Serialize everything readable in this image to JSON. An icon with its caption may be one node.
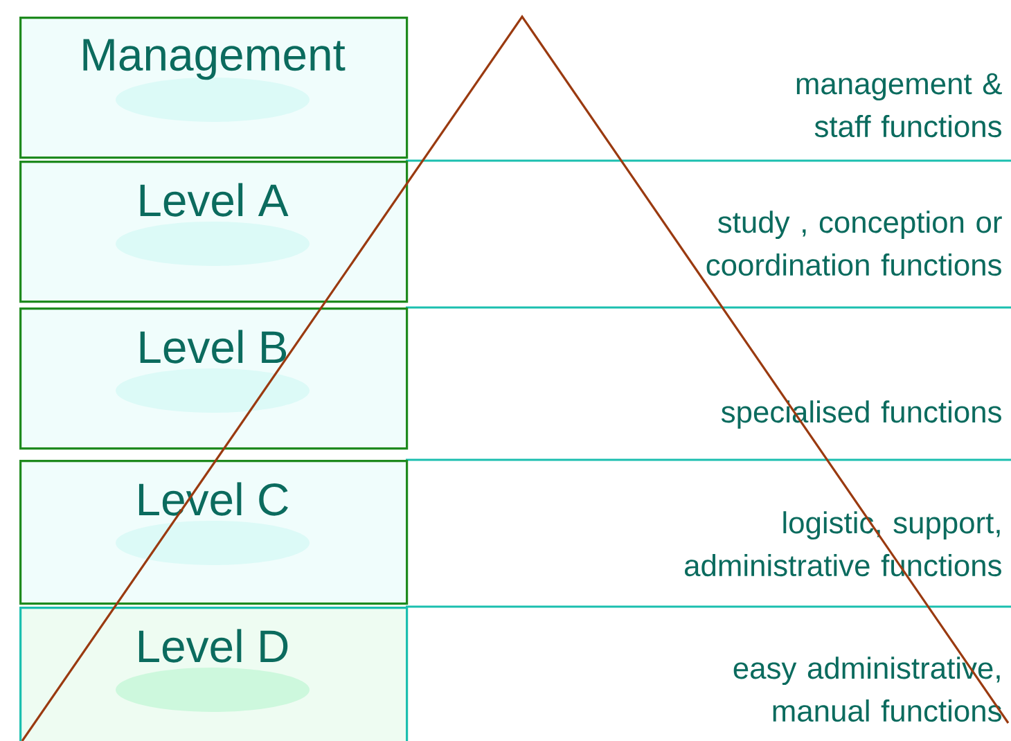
{
  "diagram": {
    "nodes": [
      {
        "text": [
          "Management"
        ]
      },
      {
        "text": [
          "Level A"
        ]
      },
      {
        "text": [
          "Level B"
        ]
      },
      {
        "text": [
          "Level C"
        ]
      },
      {
        "text": [
          "Level D"
        ]
      }
    ],
    "labels": [
      "management & staff functions",
      "study , conception or coordination functions",
      "specialised functions",
      "logistic, support, administrative functions",
      "easy administrative, manual  functions"
    ]
  }
}
